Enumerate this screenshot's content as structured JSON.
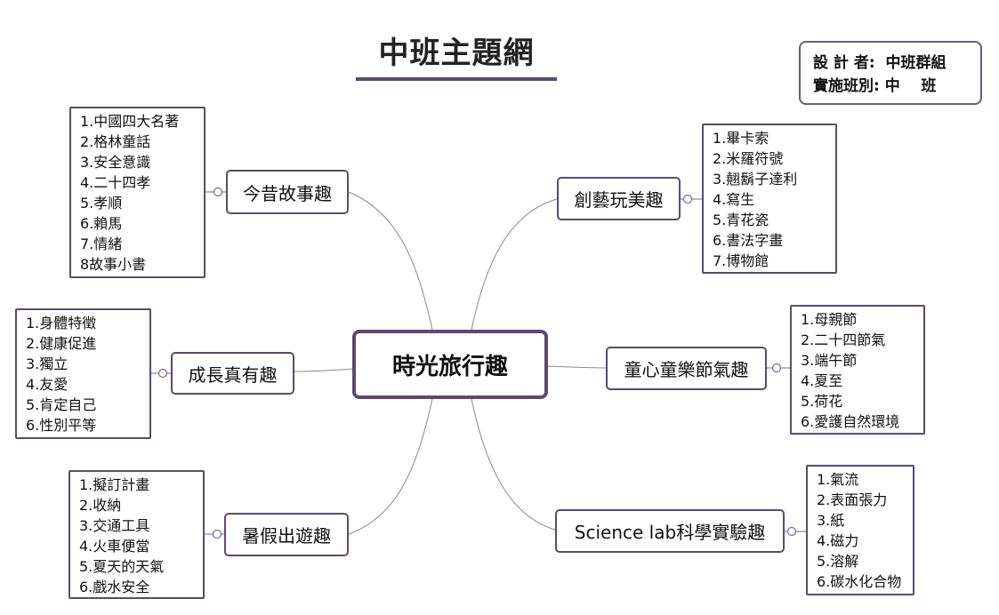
{
  "title": "中班主題網",
  "info": {
    "designer": "設 計 者:  中班群組",
    "class": "實施班別: 中    班"
  },
  "center": "時光旅行趣",
  "topics": [
    {
      "label": "今昔故事趣",
      "items": [
        "1.中國四大名著",
        "2.格林童話",
        "3.安全意識",
        "4.二十四孝",
        "5.孝順",
        "6.賴馬",
        "7.情緒",
        "8故事小書"
      ]
    },
    {
      "label": "成長真有趣",
      "items": [
        "1.身體特徵",
        "2.健康促進",
        "3.獨立",
        "4.友愛",
        "5.肯定自己",
        "6.性別平等"
      ]
    },
    {
      "label": "暑假出遊趣",
      "items": [
        "1.擬訂計畫",
        "2.收納",
        "3.交通工具",
        "4.火車便當",
        "5.夏天的天氣",
        "6.戲水安全"
      ]
    },
    {
      "label": "創藝玩美趣",
      "items": [
        "1.畢卡索",
        "2.米羅符號",
        "3.翹鬍子達利",
        "4.寫生",
        "5.青花瓷",
        "6.書法字畫",
        "7.博物館"
      ]
    },
    {
      "label": "童心童樂節氣趣",
      "items": [
        "1.母親節",
        "2.二十四節氣",
        "3.端午節",
        "4.夏至",
        "5.荷花",
        "6.愛護自然環境"
      ]
    },
    {
      "label": "Science lab科學實驗趣",
      "items": [
        "1.氣流",
        "2.表面張力",
        "3.紙",
        "4.磁力",
        "5.溶解",
        "6.碳水化合物"
      ]
    }
  ]
}
